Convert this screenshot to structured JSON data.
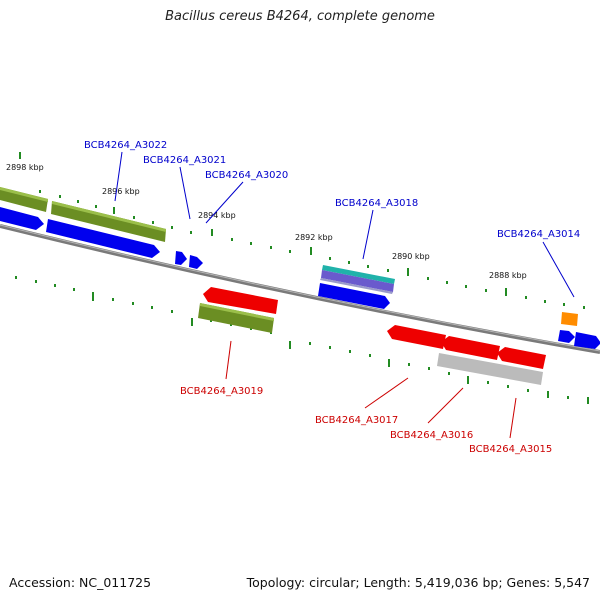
{
  "title": "Bacillus cereus B4264, complete genome",
  "footer": {
    "accession": "Accession: NC_011725",
    "summary": "Topology: circular; Length: 5,419,036 bp; Genes: 5,547"
  },
  "scale_labels": [
    "2898 kbp",
    "2896 kbp",
    "2894 kbp",
    "2892 kbp",
    "2890 kbp",
    "2888 kbp"
  ],
  "gene_labels_forward": [
    "BCB4264_A3022",
    "BCB4264_A3021",
    "BCB4264_A3020",
    "BCB4264_A3018",
    "BCB4264_A3014"
  ],
  "gene_labels_reverse": [
    "BCB4264_A3019",
    "BCB4264_A3017",
    "BCB4264_A3016",
    "BCB4264_A3015"
  ],
  "colors": {
    "forward_label": "#0000cc",
    "reverse_label": "#cc0000",
    "cds_forward": "#0000ee",
    "cds_reverse": "#ee0000",
    "olive_feature": "#6b8e23",
    "cyan_feature": "#20b2aa",
    "gray_feature": "#bbbbbb",
    "orange_feature": "#ff8c00",
    "tick_green": "#228b22",
    "backbone": "#808080"
  }
}
